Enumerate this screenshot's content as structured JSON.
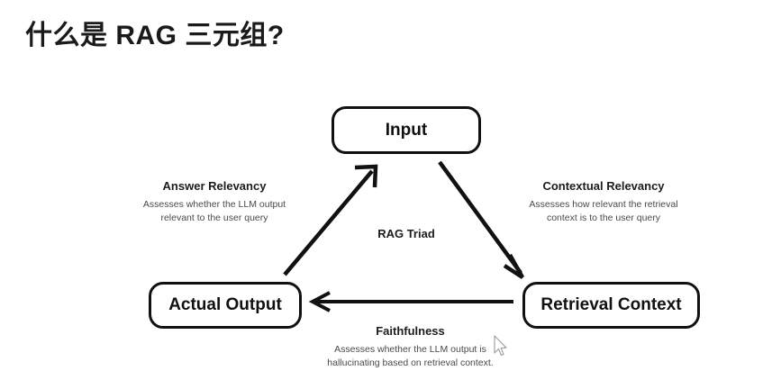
{
  "page": {
    "title": "什么是 RAG 三元组?",
    "background_color": "#ffffff",
    "ink_color": "#111111"
  },
  "diagram": {
    "center_label": "RAG Triad",
    "nodes": [
      {
        "id": "input",
        "label": "Input"
      },
      {
        "id": "actual-output",
        "label": "Actual Output"
      },
      {
        "id": "retrieval-context",
        "label": "Retrieval Context"
      }
    ],
    "arrows": [
      {
        "id": "actual-output-to-input",
        "from": "Actual Output",
        "to": "Input",
        "direction": "up-right"
      },
      {
        "id": "input-to-retrieval-context",
        "from": "Input",
        "to": "Retrieval Context",
        "direction": "down-right"
      },
      {
        "id": "retrieval-context-to-actual-output",
        "from": "Retrieval Context",
        "to": "Actual Output",
        "direction": "left"
      }
    ],
    "metrics": [
      {
        "id": "answer-relevancy",
        "title": "Answer Relevancy",
        "desc_line1": "Assesses whether the LLM output",
        "desc_line2": "relevant to the user query"
      },
      {
        "id": "contextual-relevancy",
        "title": "Contextual Relevancy",
        "desc_line1": "Assesses how relevant the retrieval",
        "desc_line2": "context is to the user query"
      },
      {
        "id": "faithfulness",
        "title": "Faithfulness",
        "desc_line1": "Assesses whether the LLM output is",
        "desc_line2": "hallucinating based on retrieval context."
      }
    ]
  }
}
